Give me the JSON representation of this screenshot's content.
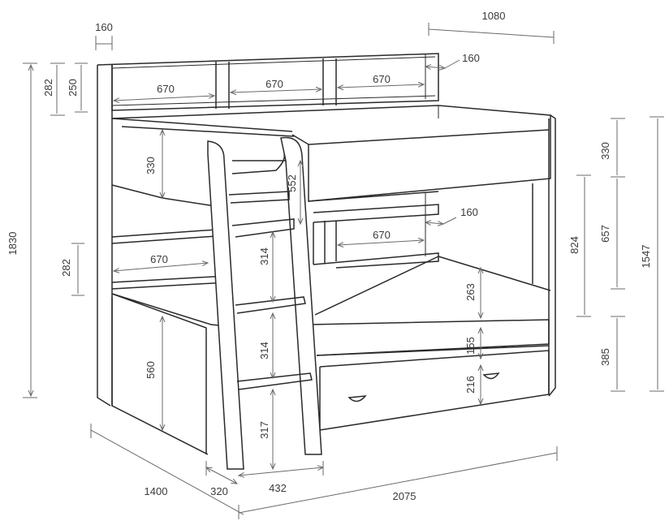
{
  "dimensions": {
    "total_height": "1830",
    "upper_shelf_outer": "282",
    "upper_shelf_inner": "250",
    "shelf_depth_left": "160",
    "shelf_width_1": "670",
    "shelf_width_2": "670",
    "shelf_width_3": "670",
    "depth_top": "1080",
    "shelf_depth_right": "160",
    "upper_guard_height": "330",
    "ladder_top_step": "552",
    "ladder_step_1": "314",
    "ladder_step_2": "314",
    "ladder_bottom": "317",
    "lower_shelf_height": "282",
    "lower_shelf_width_left": "670",
    "lower_shelf_width_right": "670",
    "lower_shelf_depth_right": "160",
    "lower_bed_gap": "263",
    "lower_bed_frame": "155",
    "drawer_height": "216",
    "desk_height": "560",
    "right_guard": "330",
    "right_mid": "657",
    "right_bottom": "385",
    "right_total": "1547",
    "right_lower_clear": "824",
    "depth_total": "1400",
    "ladder_depth": "320",
    "ladder_width": "432",
    "length_total": "2075"
  }
}
